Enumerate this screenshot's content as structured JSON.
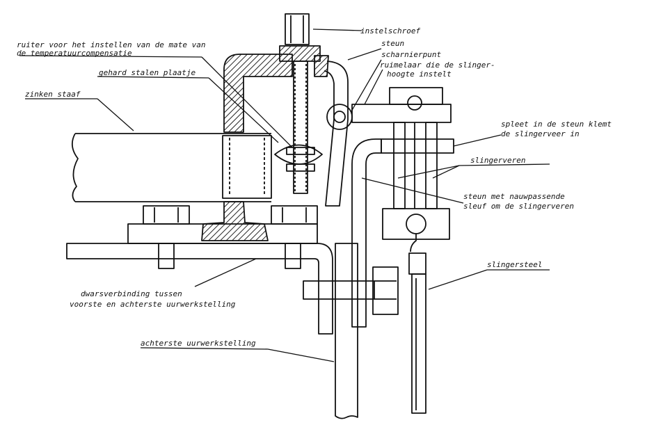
{
  "labels": {
    "instelschroef": "instelschroef",
    "steun": "steun",
    "scharnierpunt": "scharnierpunt",
    "ruimelaar_1": "ruimelaar die de slinger-",
    "ruimelaar_2": "hoogte instelt",
    "ruiter_1": "ruiter voor het instellen van de mate van",
    "ruiter_2": "de temperatuurcompensatie",
    "gehard": "gehard stalen plaatje",
    "zinken": "zinken staaf",
    "spleet_1": "spleet in de steun klemt",
    "spleet_2": "de slingerveer in",
    "slingerveren": "slingerveren",
    "steun_nauw_1": "steun met nauwpassende",
    "steun_nauw_2": "sleuf om de slingerveren",
    "slingersteel": "slingersteel",
    "dwars_1": "dwarsverbinding tussen",
    "dwars_2": "voorste en achterste uurwerkstelling",
    "achterste": "achterste uurwerkstelling"
  }
}
